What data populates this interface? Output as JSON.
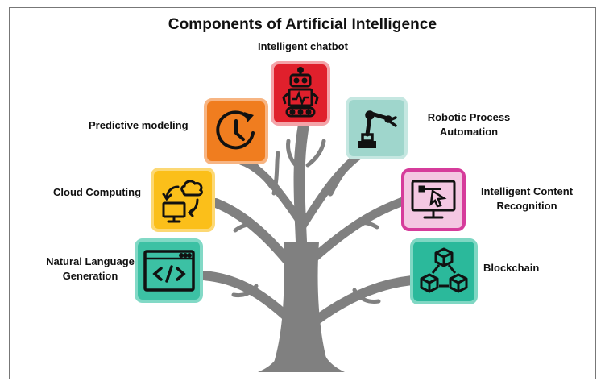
{
  "title": "Components of Artificial Intelligence",
  "components": {
    "chatbot": {
      "label": "Intelligent chatbot",
      "icon": "robot-icon",
      "color": "#e0202c"
    },
    "predictive": {
      "label": "Predictive modeling",
      "icon": "clock-refresh-icon",
      "color": "#f07d1f"
    },
    "rpa": {
      "label_line1": "Robotic Process",
      "label_line2": "Automation",
      "icon": "robotic-arm-icon",
      "color": "#9fd6cc"
    },
    "cloud": {
      "label": "Cloud Computing",
      "icon": "cloud-computer-icon",
      "color": "#fbbf1a"
    },
    "content": {
      "label_line1": "Intelligent Content",
      "label_line2": "Recognition",
      "icon": "monitor-cursor-icon",
      "color": "#f4c7e2"
    },
    "nlg": {
      "label_line1": "Natural Language",
      "label_line2": "Generation",
      "icon": "code-window-icon",
      "color": "#3cc1a4"
    },
    "blockchain": {
      "label": "Blockchain",
      "icon": "cubes-network-icon",
      "color": "#2bb99b"
    }
  },
  "colors": {
    "tree": "#808080",
    "icon_stroke": "#111111"
  }
}
